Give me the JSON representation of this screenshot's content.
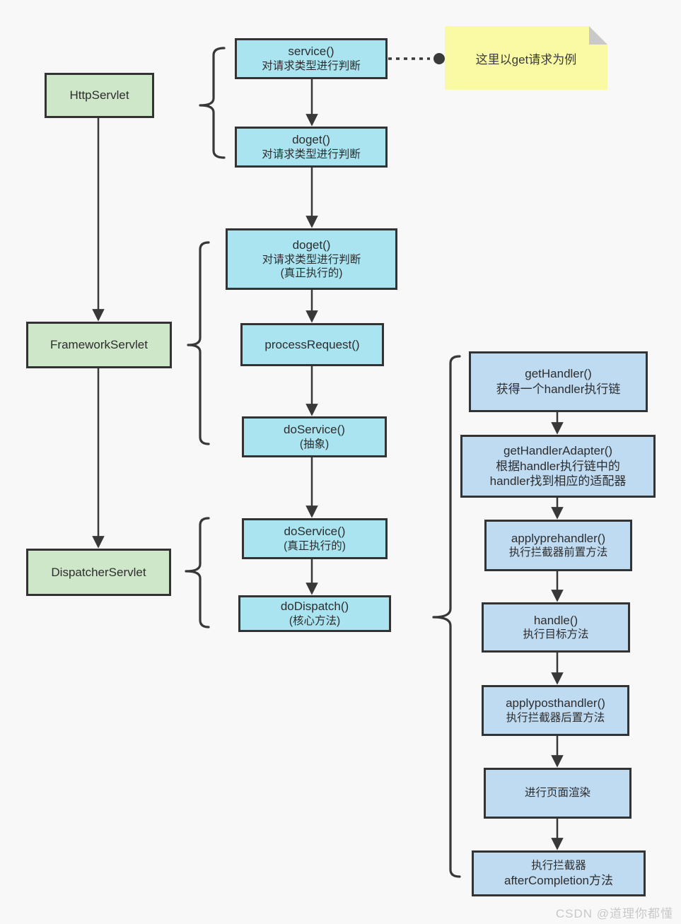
{
  "diagram": {
    "left_nodes": [
      {
        "label": "HttpServlet"
      },
      {
        "label": "FrameworkServlet"
      },
      {
        "label": "DispatcherServlet"
      }
    ],
    "middle_nodes": [
      {
        "lines": [
          "service()",
          "对请求类型进行判断"
        ]
      },
      {
        "lines": [
          "doget()",
          "对请求类型进行判断"
        ]
      },
      {
        "lines": [
          "doget()",
          "对请求类型进行判断",
          "(真正执行的)"
        ]
      },
      {
        "lines": [
          "processRequest()"
        ]
      },
      {
        "lines": [
          "doService()",
          "(抽象)"
        ]
      },
      {
        "lines": [
          "doService()",
          "(真正执行的)"
        ]
      },
      {
        "lines": [
          "doDispatch()",
          "(核心方法)"
        ]
      }
    ],
    "right_nodes": [
      {
        "lines": [
          "getHandler()",
          "获得一个handler执行链"
        ]
      },
      {
        "lines": [
          "getHandlerAdapter()",
          "根据handler执行链中的",
          "handler找到相应的适配器"
        ]
      },
      {
        "lines": [
          "applyprehandler()",
          "执行拦截器前置方法"
        ]
      },
      {
        "lines": [
          "handle()",
          "执行目标方法"
        ]
      },
      {
        "lines": [
          "applyposthandler()",
          "执行拦截器后置方法"
        ]
      },
      {
        "lines": [
          "进行页面渲染"
        ]
      },
      {
        "lines": [
          "执行拦截器",
          "afterCompletion方法"
        ]
      }
    ],
    "note": {
      "text": "这里以get请求为例"
    },
    "watermark": {
      "text": "CSDN @道理你都懂"
    },
    "colors": {
      "green_fill": "#cfe7c9",
      "cyan_fill": "#a9e4f0",
      "blue_fill": "#bfdbf2",
      "yellow_fill": "#fafaa5",
      "border": "#333333",
      "background": "#f8f8f8"
    }
  }
}
